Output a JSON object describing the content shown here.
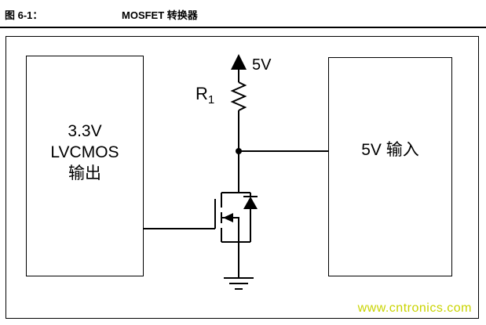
{
  "header": {
    "figure_label": "图 6-1：",
    "figure_title": "MOSFET 转换器"
  },
  "diagram": {
    "left_box": {
      "line1": "3.3V",
      "line2": "LVCMOS",
      "line3": "输出"
    },
    "right_box": {
      "label": "5V 输入"
    },
    "supply_label": "5V",
    "resistor": {
      "label": "R",
      "subscript": "1"
    },
    "symbols": [
      "supply-arrow",
      "resistor",
      "junction-node",
      "n-channel-mosfet",
      "body-diode",
      "ground"
    ]
  },
  "watermark": {
    "text": "www.cntronics.com",
    "color": "#c9d400"
  },
  "colors": {
    "line": "#000000",
    "background": "#ffffff"
  }
}
